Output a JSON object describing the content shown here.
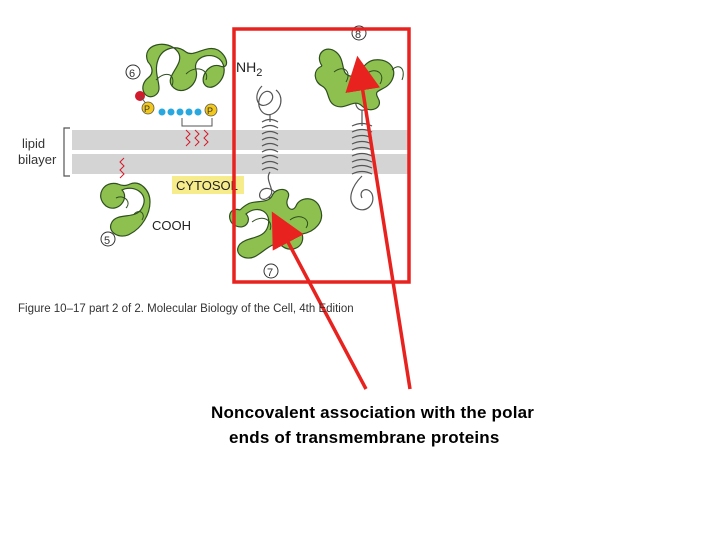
{
  "diagram": {
    "labels": {
      "lipid": "lipid",
      "bilayer": "bilayer",
      "cytosol": "CYTOSOL",
      "nh2_main": "NH",
      "nh2_sub": "2",
      "cooh": "COOH",
      "phosphate": "P"
    },
    "markers": [
      "5",
      "6",
      "7",
      "8"
    ],
    "figure_caption": "Figure 10–17 part 2 of 2. Molecular Biology of the Cell, 4th Edition"
  },
  "caption": {
    "line1": "Noncovalent association with the polar",
    "line2": "ends of transmembrane proteins"
  },
  "colors": {
    "protein": "#8dc04f",
    "protein_outline": "#2f4f1f",
    "membrane": "#d4d4d4",
    "highlight_box": "#e8231f",
    "arrow": "#e8231f",
    "phosphate": "#f2c81c",
    "lipid_chain": "#29a8e0",
    "cytosol_bg": "#f7ec8c",
    "farnesyl": "#d21a2a"
  }
}
